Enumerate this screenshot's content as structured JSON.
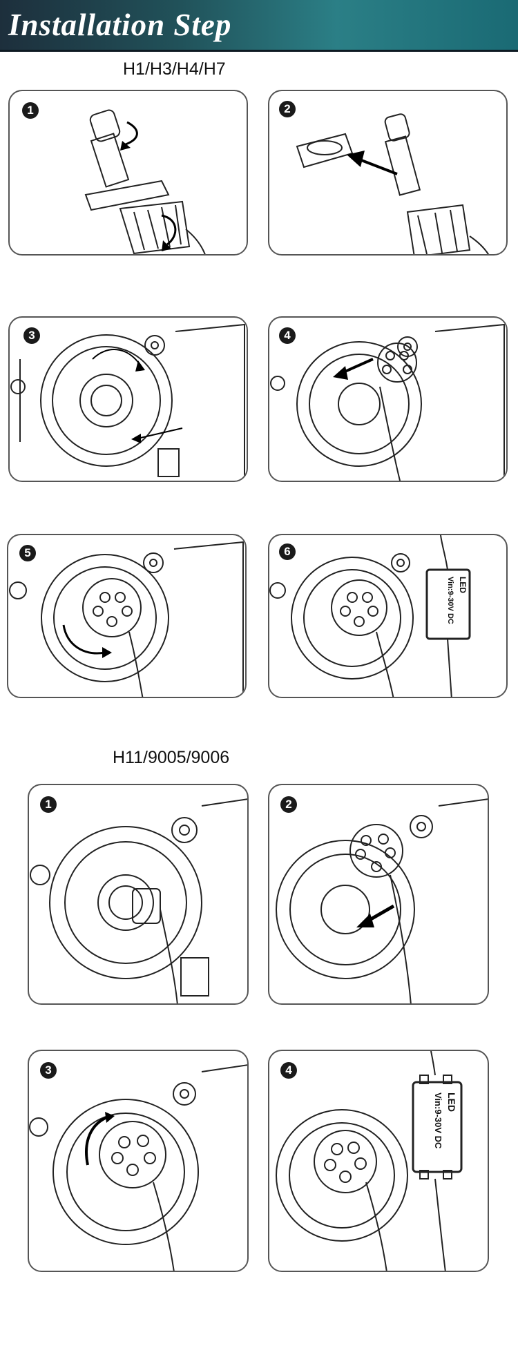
{
  "header": {
    "title": "Installation Step"
  },
  "sections": [
    {
      "title": "H1/H3/H4/H7",
      "steps": [
        "1",
        "2",
        "3",
        "4",
        "5",
        "6"
      ]
    },
    {
      "title": "H11/9005/9006",
      "steps": [
        "1",
        "2",
        "3",
        "4"
      ]
    }
  ],
  "driver_box": {
    "brand": "LED",
    "spec": "Vin:9-30V DC"
  }
}
